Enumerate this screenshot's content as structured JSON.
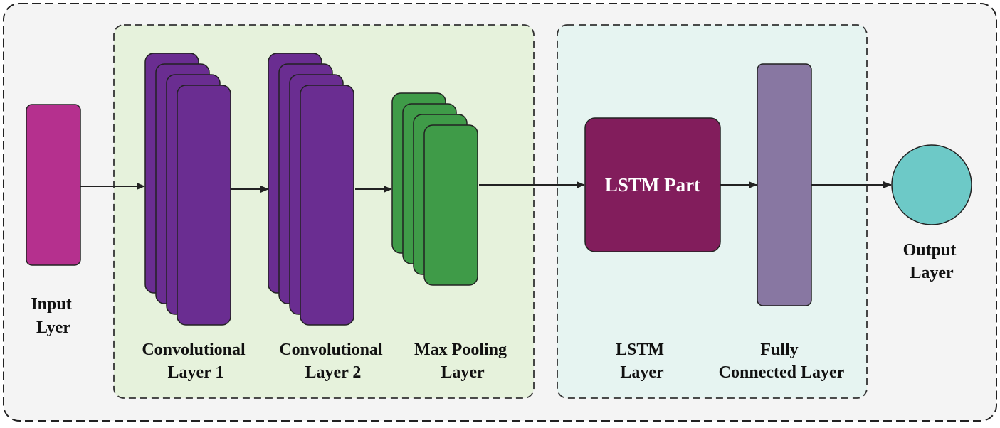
{
  "labels": {
    "input": [
      "Input",
      "Lyer"
    ],
    "conv1": [
      "Convolutional",
      "Layer 1"
    ],
    "conv2": [
      "Convolutional",
      "Layer 2"
    ],
    "maxpool": [
      "Max Pooling",
      "Layer"
    ],
    "lstm": [
      "LSTM",
      "Layer"
    ],
    "lstm_box": "LSTM Part",
    "fc": [
      "Fully",
      "Connected Layer"
    ],
    "output": [
      "Output",
      "Layer"
    ]
  },
  "colors": {
    "outer_bg": "#f4f4f4",
    "cnn_group_bg": "#e6f2dc",
    "lstm_group_bg": "#e6f4f1",
    "input_layer": "#b5308e",
    "conv_layers": "#6a2d91",
    "maxpool_layers": "#3f9b48",
    "lstm_box": "#821d5c",
    "fc_layer": "#8877a2",
    "output_node": "#6dc9c7",
    "stroke": "#222222"
  },
  "stacks": {
    "conv1_count": 4,
    "conv2_count": 4,
    "maxpool_count": 4
  }
}
